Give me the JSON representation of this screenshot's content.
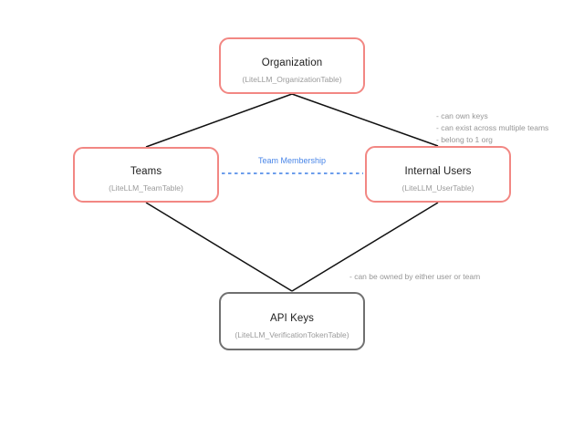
{
  "diagram": {
    "nodes": {
      "organization": {
        "title": "Organization",
        "subtitle": "(LiteLLM_OrganizationTable)"
      },
      "teams": {
        "title": "Teams",
        "subtitle": "(LiteLLM_TeamTable)"
      },
      "internal_users": {
        "title": "Internal Users",
        "subtitle": "(LiteLLM_UserTable)"
      },
      "api_keys": {
        "title": "API Keys",
        "subtitle": "(LiteLLM_VerificationTokenTable)"
      }
    },
    "relationship_label": "Team Membership",
    "annotations": {
      "internal_users": {
        "line1": "- can own keys",
        "line2": "- can exist across multiple teams",
        "line3": "- belong to 1 org"
      },
      "api_keys": "- can be owned by either user or team"
    },
    "colors": {
      "node_border_red": "#f28783",
      "node_border_gray": "#707070",
      "edge_line": "#111111",
      "membership_line": "#6d9eeb",
      "membership_label_text": "#4a86e8",
      "subtitle_text": "#9a9a9a",
      "annotation_text": "#969696",
      "background": "#ffffff"
    }
  }
}
